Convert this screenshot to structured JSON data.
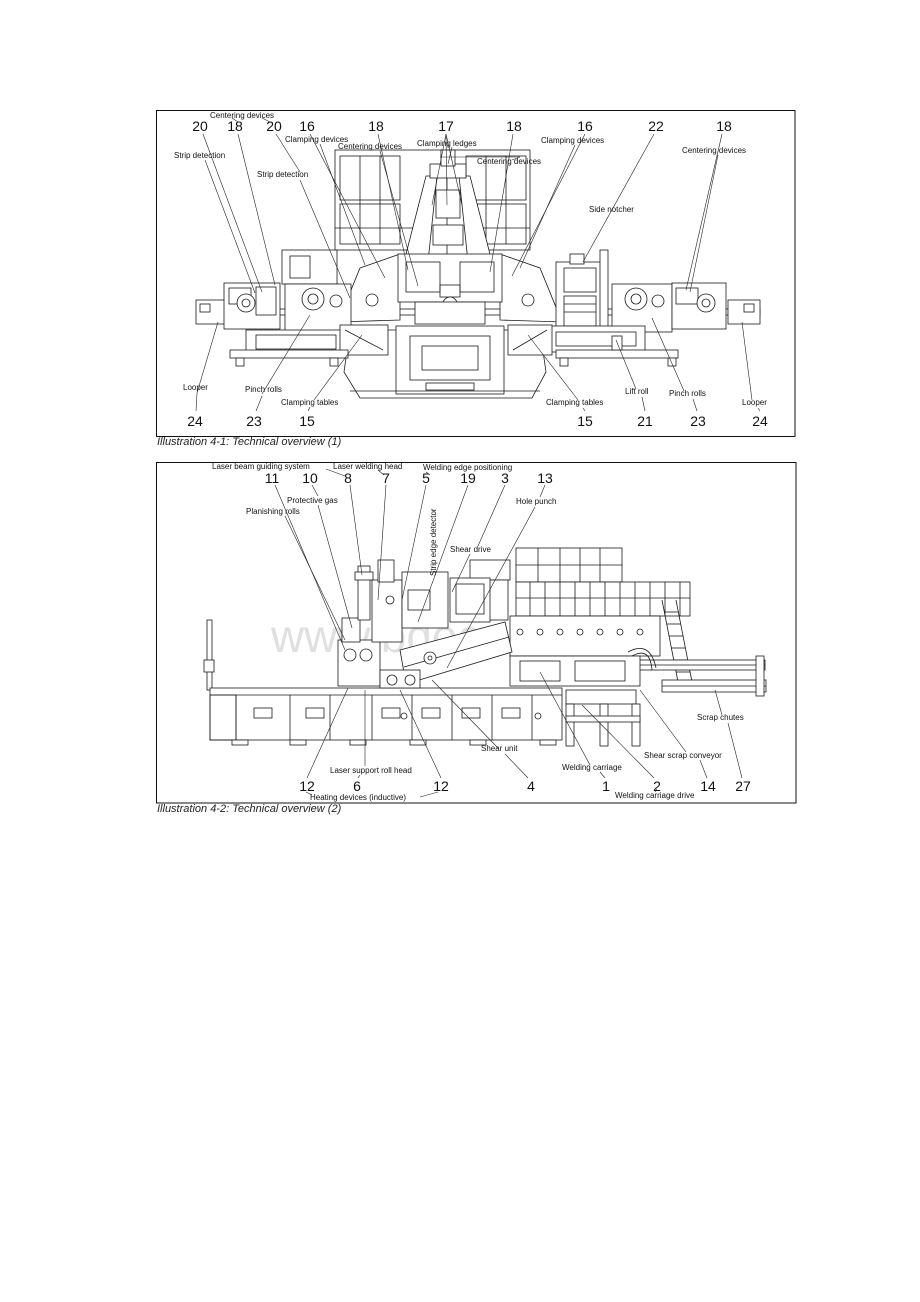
{
  "watermark": "www.bdocx.com",
  "figure1": {
    "caption": "Illustration 4-1: Technical overview (1)",
    "numbers_top": [
      "20",
      "18",
      "20",
      "16",
      "18",
      "17",
      "18",
      "16",
      "22",
      "18"
    ],
    "numbers_bottom": [
      "24",
      "23",
      "15",
      "15",
      "21",
      "23",
      "24"
    ],
    "labels_top": [
      "Centering devices",
      "Strip detection",
      "Clamping devices",
      "Centering devices",
      "Clamping ledges",
      "Centering devices",
      "Clamping devices",
      "Centering devices",
      "Strip detection",
      "Side notcher"
    ],
    "labels_bottom": [
      "Looper",
      "Pinch rolls",
      "Clamping tables",
      "Clamping tables",
      "Lift roll",
      "Pinch rolls",
      "Looper"
    ]
  },
  "figure2": {
    "caption": "Illustration 4-2: Technical overview (2)",
    "numbers_top": [
      "11",
      "10",
      "8",
      "7",
      "5",
      "19",
      "3",
      "13"
    ],
    "numbers_bottom": [
      "12",
      "6",
      "12",
      "4",
      "1",
      "2",
      "14",
      "27"
    ],
    "labels_top": [
      "Laser beam guiding system",
      "Laser welding head",
      "Welding edge positioning",
      "Protective gas",
      "Hole punch",
      "Planishing rolls",
      "Shear drive",
      "Strip edge detector"
    ],
    "labels_bottom": [
      "Scrap chutes",
      "Shear unit",
      "Shear scrap conveyor",
      "Welding carriage",
      "Laser support roll head",
      "Welding carriage drive",
      "Heating devices (inductive)"
    ]
  }
}
